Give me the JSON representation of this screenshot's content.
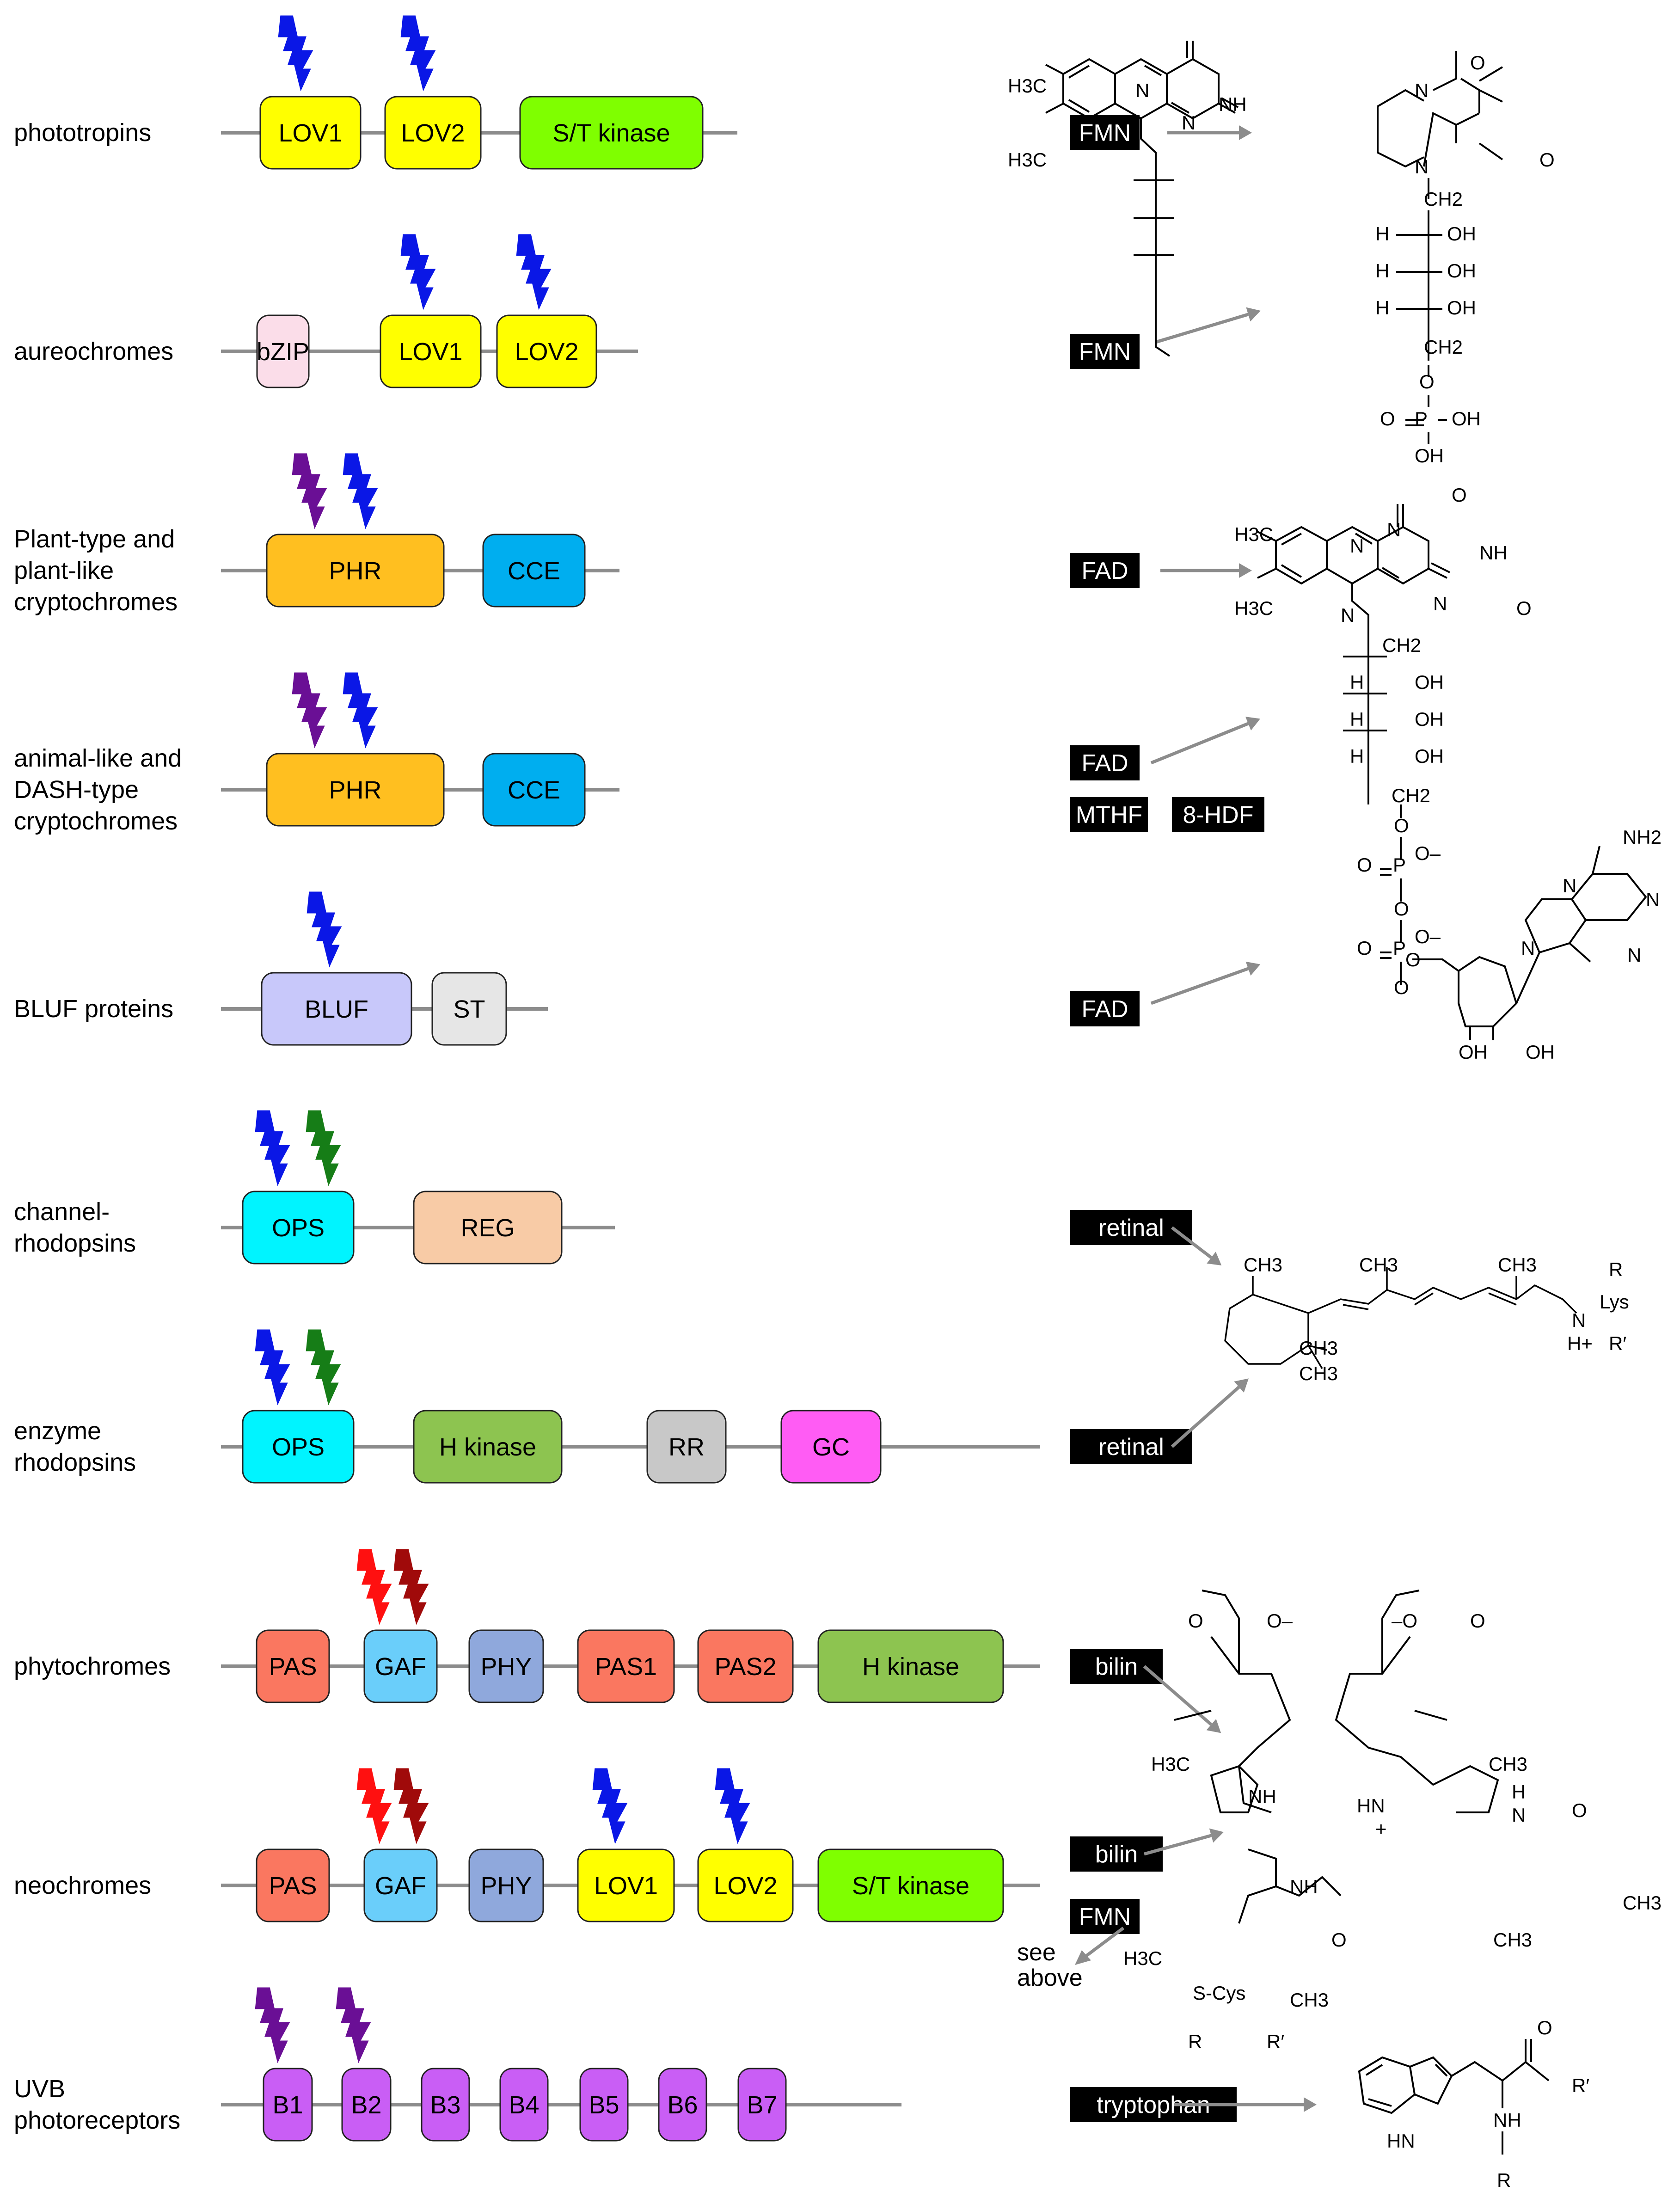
{
  "colors": {
    "line": "#8c8c8c",
    "blue_bolt": "#0a17e6",
    "violet_bolt": "#6a0f95",
    "green_bolt": "#167d17",
    "red_bolt": "#ff1010",
    "darkred_bolt": "#a00a0a"
  },
  "rows": [
    {
      "label": [
        "phototropins"
      ],
      "domains": [
        {
          "text": "LOV1",
          "color": "#ffff00"
        },
        {
          "text": "LOV2",
          "color": "#ffff00"
        },
        {
          "text": "S/T kinase",
          "color": "#7fff00"
        }
      ],
      "bolts": [
        "blue",
        "blue"
      ],
      "chromophore": "FMN"
    },
    {
      "label": [
        "aureochromes"
      ],
      "domains": [
        {
          "text": "bZIP",
          "color": "#fbdde9"
        },
        {
          "text": "LOV1",
          "color": "#ffff00"
        },
        {
          "text": "LOV2",
          "color": "#ffff00"
        }
      ],
      "bolts": [
        "blue",
        "blue"
      ],
      "chromophore": "FMN"
    },
    {
      "label": [
        "Plant-type and",
        "plant-like",
        "cryptochromes"
      ],
      "domains": [
        {
          "text": "PHR",
          "color": "#ffbf20"
        },
        {
          "text": "CCE",
          "color": "#00aeef"
        }
      ],
      "bolts": [
        "violet",
        "blue"
      ],
      "chromophore": "FAD"
    },
    {
      "label": [
        "animal-like and",
        "DASH-type",
        "cryptochromes"
      ],
      "domains": [
        {
          "text": "PHR",
          "color": "#ffbf20"
        },
        {
          "text": "CCE",
          "color": "#00aeef"
        }
      ],
      "bolts": [
        "violet",
        "blue"
      ],
      "chromophore": "FAD",
      "extra_chromophores": [
        "MTHF",
        "8-HDF"
      ]
    },
    {
      "label": [
        "BLUF proteins"
      ],
      "domains": [
        {
          "text": "BLUF",
          "color": "#c8c8fa"
        },
        {
          "text": "ST",
          "color": "#e6e6e6"
        }
      ],
      "bolts": [
        "blue"
      ],
      "chromophore": "FAD"
    },
    {
      "label": [
        "channel-",
        "rhodopsins"
      ],
      "domains": [
        {
          "text": "OPS",
          "color": "#00f4ff"
        },
        {
          "text": "REG",
          "color": "#f8cba6"
        }
      ],
      "bolts": [
        "blue",
        "green"
      ],
      "chromophore": "retinal"
    },
    {
      "label": [
        "enzyme",
        "rhodopsins"
      ],
      "domains": [
        {
          "text": "OPS",
          "color": "#00f4ff"
        },
        {
          "text": "H kinase",
          "color": "#8dc450"
        },
        {
          "text": "RR",
          "color": "#c8c8c8"
        },
        {
          "text": "GC",
          "color": "#ff5cf4"
        }
      ],
      "bolts": [
        "blue",
        "green"
      ],
      "chromophore": "retinal"
    },
    {
      "label": [
        "phytochromes"
      ],
      "domains": [
        {
          "text": "PAS",
          "color": "#fa7760"
        },
        {
          "text": "GAF",
          "color": "#6acefa"
        },
        {
          "text": "PHY",
          "color": "#8fa8dc"
        },
        {
          "text": "PAS1",
          "color": "#fa7760"
        },
        {
          "text": "PAS2",
          "color": "#fa7760"
        },
        {
          "text": "H kinase",
          "color": "#8dc450"
        }
      ],
      "bolts": [
        "red",
        "darkred"
      ],
      "chromophore": "bilin"
    },
    {
      "label": [
        "neochromes"
      ],
      "domains": [
        {
          "text": "PAS",
          "color": "#fa7760"
        },
        {
          "text": "GAF",
          "color": "#6acefa"
        },
        {
          "text": "PHY",
          "color": "#8fa8dc"
        },
        {
          "text": "LOV1",
          "color": "#ffff00"
        },
        {
          "text": "LOV2",
          "color": "#ffff00"
        },
        {
          "text": "S/T kinase",
          "color": "#7fff00"
        }
      ],
      "bolts": [
        "red",
        "darkred",
        "blue",
        "blue"
      ],
      "chromophore": "bilin",
      "extra_chromophores": [
        "FMN"
      ],
      "note": [
        "see",
        "above"
      ]
    },
    {
      "label": [
        "UVB",
        "photoreceptors"
      ],
      "domains": [
        {
          "text": "B1",
          "color": "#c95ef5"
        },
        {
          "text": "B2",
          "color": "#c95ef5"
        },
        {
          "text": "B3",
          "color": "#c95ef5"
        },
        {
          "text": "B4",
          "color": "#c95ef5"
        },
        {
          "text": "B5",
          "color": "#c95ef5"
        },
        {
          "text": "B6",
          "color": "#c95ef5"
        },
        {
          "text": "B7",
          "color": "#c95ef5"
        }
      ],
      "bolts": [
        "violet",
        "violet"
      ],
      "chromophore": "tryptophan"
    }
  ],
  "structures": {
    "fmn": [
      "H3C",
      "H3C",
      "N",
      "N",
      "NH",
      "O",
      "O",
      "N",
      "N",
      "CH2",
      "H",
      "OH",
      "H",
      "OH",
      "H",
      "OH",
      "CH2",
      "O",
      "O",
      "P",
      "OH",
      "OH"
    ],
    "fad": [
      "H3C",
      "H3C",
      "N",
      "N",
      "NH",
      "O",
      "O",
      "N",
      "N",
      "CH2",
      "H",
      "OH",
      "H",
      "OH",
      "H",
      "OH",
      "CH2",
      "O",
      "O",
      "P",
      "O–",
      "O",
      "O",
      "P",
      "O–",
      "O",
      "O",
      "NH2",
      "N",
      "N",
      "N",
      "N",
      "OH",
      "OH"
    ],
    "retinal": [
      "CH3",
      "CH3",
      "CH3",
      "CH3",
      "CH3",
      "N",
      "H+",
      "Lys",
      "R",
      "R′"
    ],
    "bilin": [
      "O",
      "O–",
      "–O",
      "O",
      "H3C",
      "NH",
      "HN",
      "+",
      "CH3",
      "H",
      "N",
      "O",
      "NH",
      "O",
      "H3C",
      "S-Cys",
      "CH3",
      "R",
      "R′",
      "CH3",
      "CH3"
    ],
    "tryptophan": [
      "HN",
      "NH",
      "R",
      "O",
      "R′"
    ]
  }
}
